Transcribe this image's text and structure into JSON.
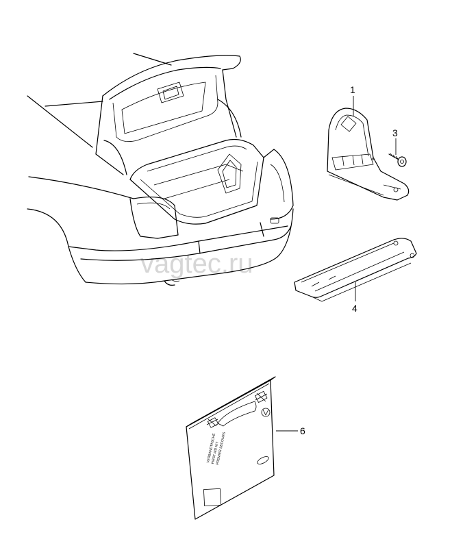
{
  "watermark": "vagtec.ru",
  "callouts": {
    "part_1": "1",
    "part_3": "3",
    "part_4": "4",
    "part_6": "6"
  },
  "first_aid_kit": {
    "line1": "VERBANDTASCHE",
    "line2": "FIRST AID KIT",
    "line3": "PREMIER SECOURS"
  }
}
